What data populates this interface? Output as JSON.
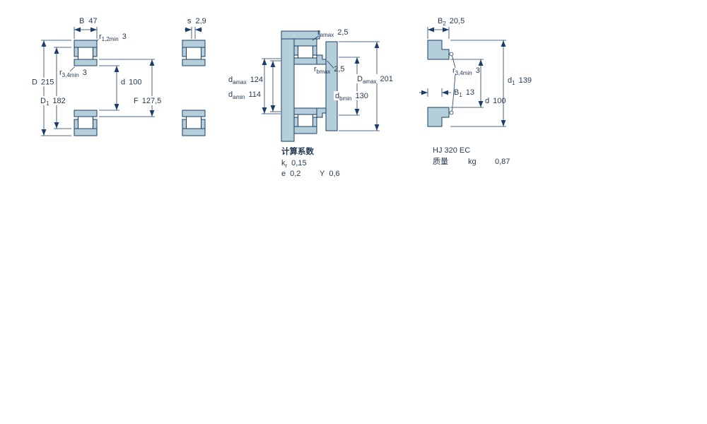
{
  "colors": {
    "outline": "#1c3e66",
    "section_fill": "#b4cfda",
    "roller_fill": "#ffffff",
    "text": "#243a55",
    "background": "#ffffff"
  },
  "bearing_section": {
    "B": {
      "base": "B",
      "value": "47"
    },
    "r12": {
      "base": "r",
      "sub": "1,2min",
      "value": "3"
    },
    "r34": {
      "base": "r",
      "sub": "3,4min",
      "value": "3"
    },
    "D": {
      "base": "D",
      "value": "215"
    },
    "D1": {
      "base": "D",
      "sub": "1",
      "value": "182"
    },
    "d": {
      "base": "d",
      "value": "100"
    },
    "F": {
      "base": "F",
      "value": "127,5"
    }
  },
  "s_view": {
    "s": {
      "base": "s",
      "value": "2,9"
    }
  },
  "mounting": {
    "ra": {
      "base": "r",
      "sub": "amax",
      "value": "2,5"
    },
    "rb": {
      "base": "r",
      "sub": "bmax",
      "value": "2,5"
    },
    "da_max": {
      "base": "d",
      "sub": "amax",
      "value": "124"
    },
    "da_min": {
      "base": "d",
      "sub": "amin",
      "value": "114"
    },
    "Da_max": {
      "base": "D",
      "sub": "amax",
      "value": "201"
    },
    "db_min": {
      "base": "d",
      "sub": "bmin",
      "value": "130"
    },
    "calc": {
      "title": "计算系数",
      "kr": {
        "base": "k",
        "sub": "r",
        "value": "0,15"
      },
      "e": {
        "base": "e",
        "value": "0,2"
      },
      "Y": {
        "base": "Y",
        "value": "0,6"
      }
    }
  },
  "hj": {
    "B2": {
      "base": "B",
      "sub": "2",
      "value": "20,5"
    },
    "r34": {
      "base": "r",
      "sub": "3,4min",
      "value": "3"
    },
    "B1": {
      "base": "B",
      "sub": "1",
      "value": "13"
    },
    "d": {
      "base": "d",
      "value": "100"
    },
    "d1": {
      "base": "d",
      "sub": "1",
      "value": "139"
    },
    "designation": "HJ 320 EC",
    "mass": {
      "label": "质量",
      "unit": "kg",
      "value": "0,87"
    }
  }
}
